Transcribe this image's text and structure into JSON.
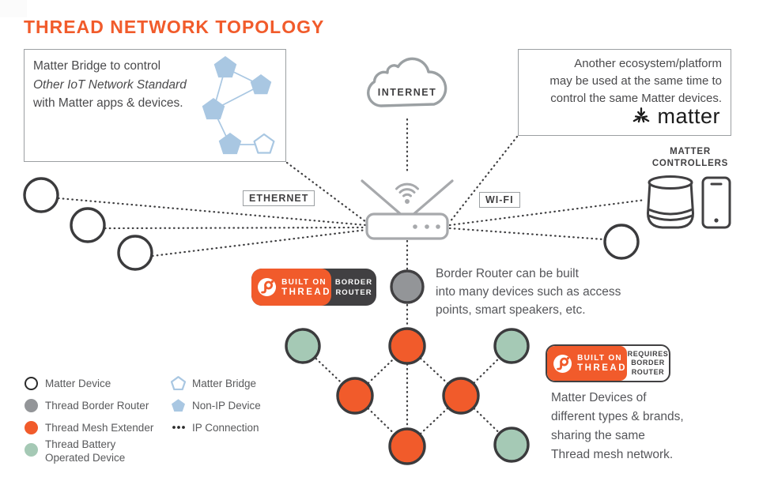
{
  "title": "THREAD NETWORK TOPOLOGY",
  "colors": {
    "accent_orange": "#F15B2B",
    "mesh_green": "#A5C9B5",
    "router_gray": "#939598",
    "bridge_blue": "#A9C7E2",
    "dark_text": "#414042",
    "body_text": "#58595B"
  },
  "bridge_box": {
    "line1": "Matter Bridge to control",
    "line2": "Other IoT Network Standard",
    "line3": "with Matter apps & devices."
  },
  "internet": {
    "label": "INTERNET"
  },
  "ecosystem_box": {
    "line1": "Another ecosystem/platform",
    "line2": "may be used at the same time to",
    "line3": "control the same Matter devices.",
    "matter_logo_text": "matter"
  },
  "matter_controllers": {
    "line1": "MATTER",
    "line2": "CONTROLLERS"
  },
  "connection_labels": {
    "ethernet": "ETHERNET",
    "wifi": "WI-FI"
  },
  "thread_badge_border_router": {
    "built_on": "BUILT ON",
    "thread": "THREAD",
    "line1": "BORDER",
    "line2": "ROUTER"
  },
  "thread_badge_requires": {
    "built_on": "BUILT ON",
    "thread": "THREAD",
    "line1": "REQUIRES",
    "line2": "BORDER",
    "line3": "ROUTER"
  },
  "border_router_note": {
    "line1": "Border Router can be built",
    "line2": "into many devices such as access",
    "line3": "points, smart speakers, etc."
  },
  "mesh_note": {
    "line1": "Matter Devices of",
    "line2": "different types & brands,",
    "line3": "sharing the same",
    "line4": "Thread mesh network."
  },
  "legend": {
    "col1": [
      {
        "label": "Matter Device"
      },
      {
        "label": "Thread Border Router"
      },
      {
        "label": "Thread Mesh Extender"
      },
      {
        "label": "Thread Battery",
        "label2": "Operated Device"
      }
    ],
    "col2": [
      {
        "label": "Matter Bridge"
      },
      {
        "label": "Non-IP Device"
      },
      {
        "label": "IP Connection"
      }
    ]
  }
}
